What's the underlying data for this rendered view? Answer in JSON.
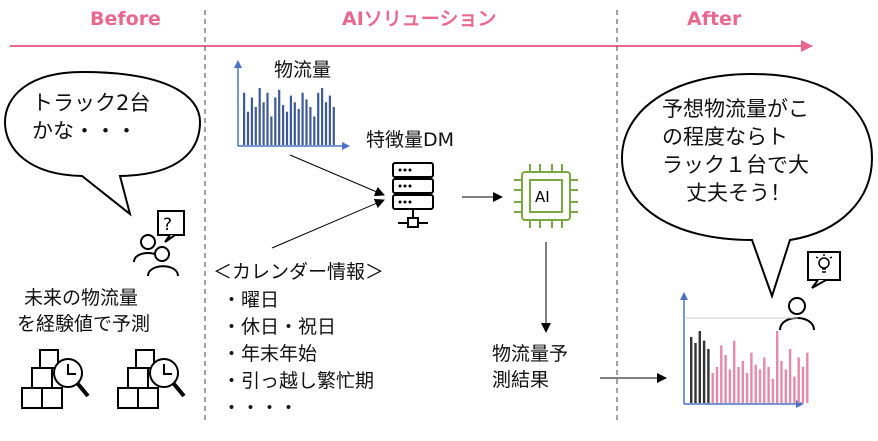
{
  "headers": {
    "before": "Before",
    "ai_solution": "AIソリューション",
    "after": "After"
  },
  "before": {
    "bubble_lines": [
      "トラック2台",
      "かな・・・"
    ],
    "question_mark": "?",
    "caption_lines": [
      "未来の物流量",
      "を経験値で予測"
    ]
  },
  "ai": {
    "volume_label": "物流量",
    "feature_label": "特徴量DM",
    "ai_chip_label": "AI",
    "calendar_title": "＜カレンダー情報＞",
    "calendar_items": [
      "・曜日",
      "・休日・祝日",
      "・年末年始",
      "・引っ越し繁忙期",
      "・・・・"
    ],
    "result_lines": [
      "物流量予",
      "測結果"
    ]
  },
  "after": {
    "bubble_lines": [
      "予想物流量がこ",
      "の程度ならト",
      "ラック１台で大",
      "丈夫そう！"
    ]
  },
  "colors": {
    "accent_pink": "#e8688e",
    "bar_blue": "#3d5a9a",
    "axis_blue": "#4a72c4",
    "chip_green": "#7aa843",
    "bar_black": "#333333",
    "bar_pink": "#e58aa8"
  },
  "icons": [
    "person-question-icon",
    "boxes-magnifier-icon",
    "server-icon",
    "ai-chip-icon",
    "person-idea-icon",
    "lightbulb-icon"
  ],
  "chart_data": [
    {
      "type": "bar",
      "values": [
        55,
        35,
        50,
        40,
        60,
        45,
        55,
        30,
        50,
        58,
        42,
        35,
        52,
        45,
        38,
        55,
        48,
        40,
        30,
        55,
        60,
        45,
        52,
        40
      ],
      "x": [],
      "title": "",
      "xlabel": "",
      "ylabel": ""
    },
    {
      "type": "bar",
      "series": [
        {
          "values": [
            55,
            50,
            60,
            52,
            45
          ]
        },
        {
          "values": [
            25,
            30,
            48,
            40,
            28,
            52,
            30,
            35,
            25,
            42,
            32,
            28,
            38,
            30,
            20,
            60,
            35,
            28,
            45,
            22,
            38,
            30,
            42
          ]
        }
      ],
      "x": [],
      "title": "",
      "xlabel": "",
      "ylabel": ""
    }
  ]
}
